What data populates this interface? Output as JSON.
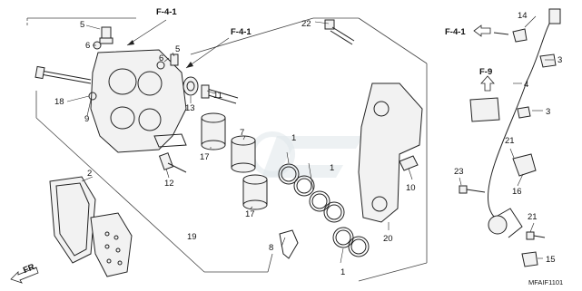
{
  "diagram": {
    "ref_code": "MFAIF1101",
    "direction_label": "FR.",
    "page_refs": {
      "f41_a": "F-4-1",
      "f41_b": "F-4-1",
      "f41_c": "F-4-1",
      "f9": "F-9"
    },
    "callouts": {
      "n1a": "1",
      "n1b": "1",
      "n1c": "1",
      "n2": "2",
      "n3a": "3",
      "n3b": "3",
      "n4": "4",
      "n5a": "5",
      "n5b": "5",
      "n6a": "6",
      "n6b": "6",
      "n7": "7",
      "n8": "8",
      "n9": "9",
      "n10": "10",
      "n11": "11",
      "n12": "12",
      "n13": "13",
      "n14": "14",
      "n15": "15",
      "n16": "16",
      "n17a": "17",
      "n17b": "17",
      "n18": "18",
      "n19": "19",
      "n20": "20",
      "n21a": "21",
      "n21b": "21",
      "n22": "22",
      "n23": "23"
    }
  }
}
